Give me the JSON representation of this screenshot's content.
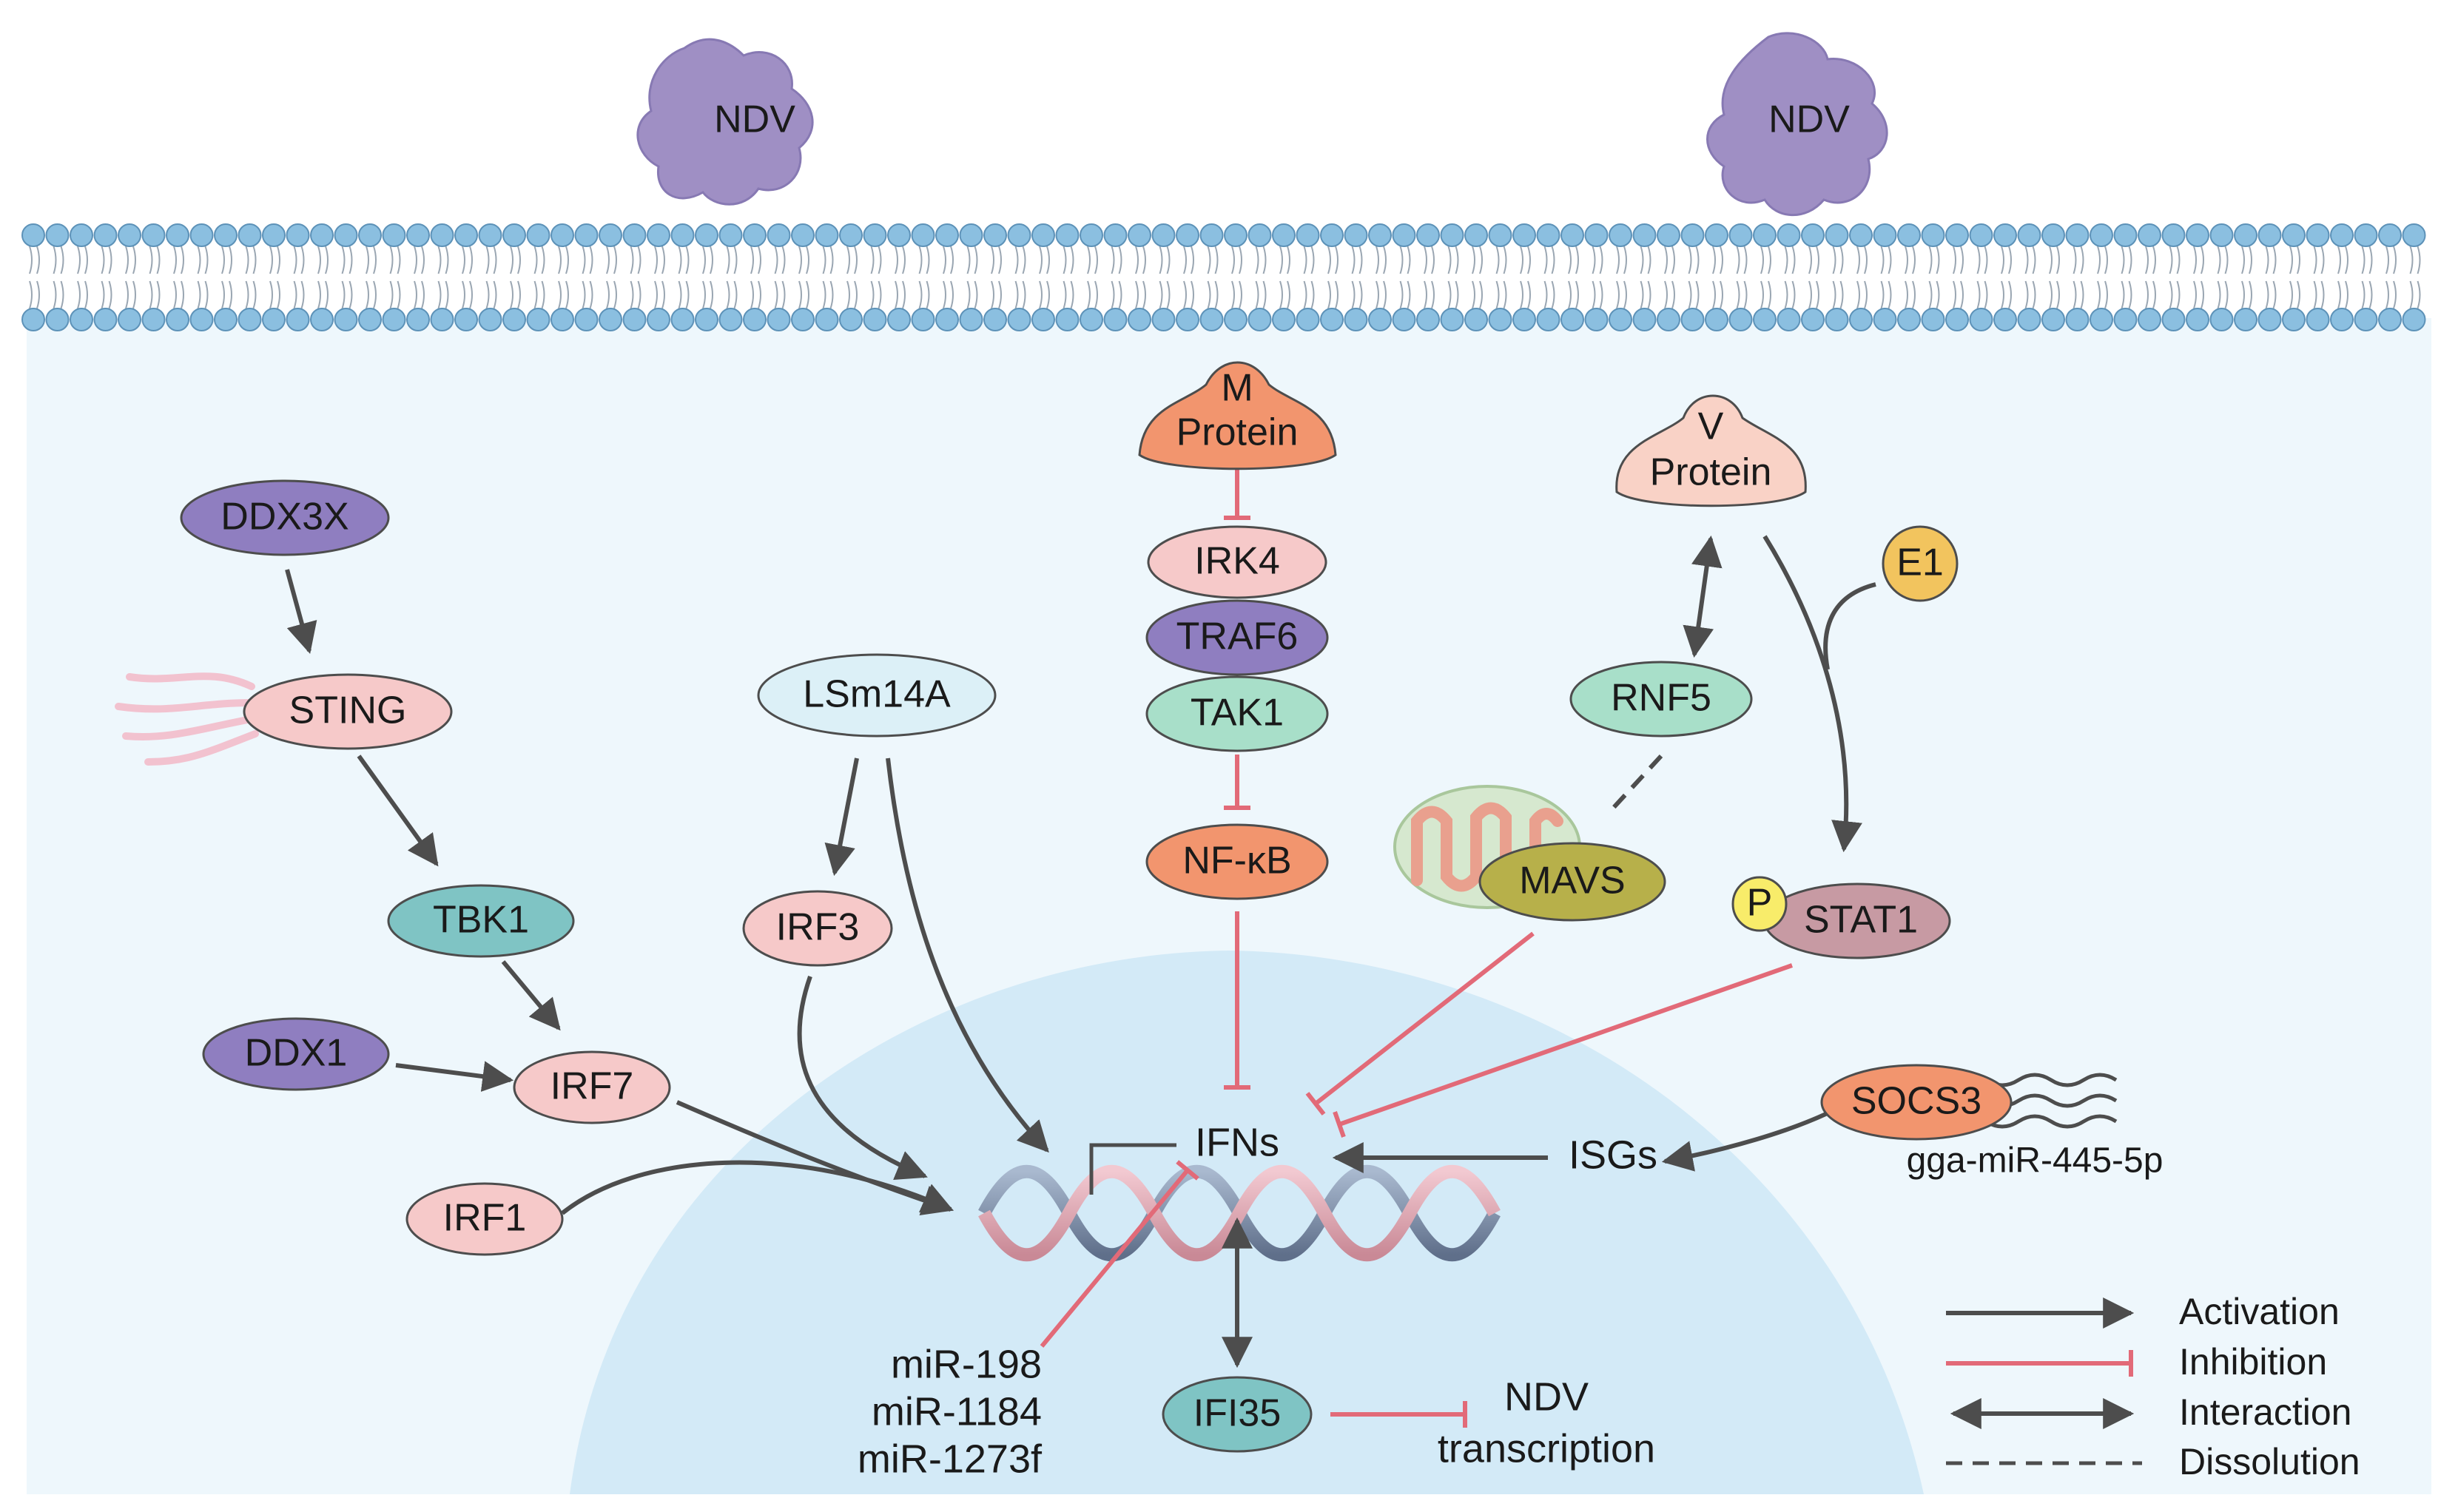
{
  "virus": {
    "left": "NDV",
    "right": "NDV"
  },
  "nodes": {
    "ddx3x": "DDX3X",
    "sting": "STING",
    "tbk1": "TBK1",
    "ddx1": "DDX1",
    "irf7": "IRF7",
    "irf1": "IRF1",
    "lsm14a": "LSm14A",
    "irf3": "IRF3",
    "m_protein": [
      "M",
      "Protein"
    ],
    "irk4": "IRK4",
    "traf6": "TRAF6",
    "tak1": "TAK1",
    "nfkb": "NF-κB",
    "v_protein": [
      "V",
      "Protein"
    ],
    "e1": "E1",
    "rnf5": "RNF5",
    "mavs": "MAVS",
    "p": "P",
    "stat1": "STAT1",
    "socs3": "SOCS3",
    "ifi35": "IFI35"
  },
  "labels": {
    "ifns": "IFNs",
    "isgs": "ISGs",
    "mirna": "gga-miR-445-5p",
    "mirs": [
      "miR-198",
      "miR-1184",
      "miR-1273f"
    ],
    "ndv_transcription": [
      "NDV",
      "transcription"
    ]
  },
  "legend": {
    "activation": "Activation",
    "inhibition": "Inhibition",
    "interaction": "Interaction",
    "dissolution": "Dissolution"
  },
  "colors": {
    "activation": "#4d4d4d",
    "inhibition": "#e26a78",
    "cytoplasm": "#eef7fc",
    "nucleus": "#d3eaf7",
    "membrane": "#8bbfe0",
    "virus": "#9f8fc4"
  }
}
